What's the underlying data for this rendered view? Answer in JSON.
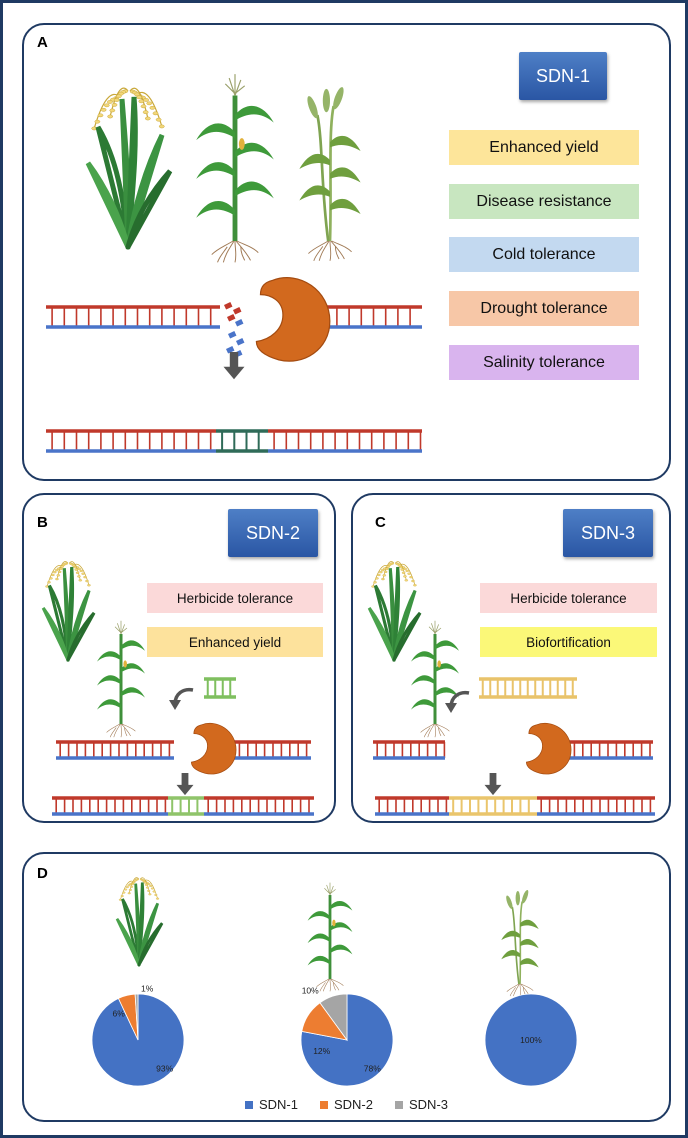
{
  "panels": {
    "a": {
      "label": "A",
      "sdn": "SDN-1",
      "traits": [
        {
          "text": "Enhanced yield",
          "color": "#fde59a"
        },
        {
          "text": "Disease resistance",
          "color": "#c8e6c0"
        },
        {
          "text": "Cold tolerance",
          "color": "#c3d9f0"
        },
        {
          "text": "Drought tolerance",
          "color": "#f7c7a7"
        },
        {
          "text": "Salinity tolerance",
          "color": "#d9b4ee"
        }
      ]
    },
    "b": {
      "label": "B",
      "sdn": "SDN-2",
      "traits": [
        {
          "text": "Herbicide tolerance",
          "color": "#fbd9d9"
        },
        {
          "text": "Enhanced yield",
          "color": "#fde29c"
        }
      ]
    },
    "c": {
      "label": "C",
      "sdn": "SDN-3",
      "traits": [
        {
          "text": "Herbicide tolerance",
          "color": "#fbd9d9"
        },
        {
          "text": "Biofortification",
          "color": "#fbf878"
        }
      ]
    },
    "d": {
      "label": "D"
    }
  },
  "colors": {
    "sdn1": "#4472c4",
    "sdn2": "#ed7d31",
    "sdn3": "#a5a5a5",
    "navy": "#1f3a63",
    "nuclease": "#d2691e"
  },
  "icons": [
    "rice-plant-icon",
    "maize-plant-icon",
    "wheat-plant-icon",
    "dna-strand-icon",
    "nuclease-icon",
    "arrow-down-icon",
    "curved-arrow-icon"
  ],
  "chart_data": [
    {
      "type": "pie",
      "crop_icon": "rice-plant-icon",
      "slices": [
        {
          "name": "SDN-1",
          "value": 93,
          "label": "93%"
        },
        {
          "name": "SDN-2",
          "value": 6,
          "label": "6%"
        },
        {
          "name": "SDN-3",
          "value": 1,
          "label": "1%"
        }
      ]
    },
    {
      "type": "pie",
      "crop_icon": "maize-plant-icon",
      "slices": [
        {
          "name": "SDN-1",
          "value": 78,
          "label": "78%"
        },
        {
          "name": "SDN-2",
          "value": 12,
          "label": "12%"
        },
        {
          "name": "SDN-3",
          "value": 10,
          "label": "10%"
        }
      ]
    },
    {
      "type": "pie",
      "crop_icon": "wheat-plant-icon",
      "slices": [
        {
          "name": "SDN-1",
          "value": 100,
          "label": "100%"
        }
      ]
    }
  ],
  "legend": [
    {
      "name": "SDN-1",
      "color": "#4472c4"
    },
    {
      "name": "SDN-2",
      "color": "#ed7d31"
    },
    {
      "name": "SDN-3",
      "color": "#a5a5a5"
    }
  ]
}
